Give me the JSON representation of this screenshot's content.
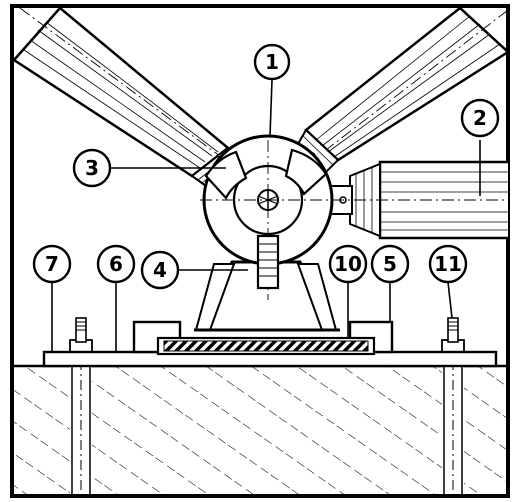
{
  "diagram": {
    "callouts": [
      {
        "id": "c1",
        "label": "1"
      },
      {
        "id": "c2",
        "label": "2"
      },
      {
        "id": "c3",
        "label": "3"
      },
      {
        "id": "c4",
        "label": "4"
      },
      {
        "id": "c5",
        "label": "5"
      },
      {
        "id": "c6",
        "label": "6"
      },
      {
        "id": "c7",
        "label": "7"
      },
      {
        "id": "c10",
        "label": "10"
      },
      {
        "id": "c11",
        "label": "11"
      }
    ]
  },
  "colors": {
    "ink": "#000000",
    "paper": "#ffffff"
  }
}
